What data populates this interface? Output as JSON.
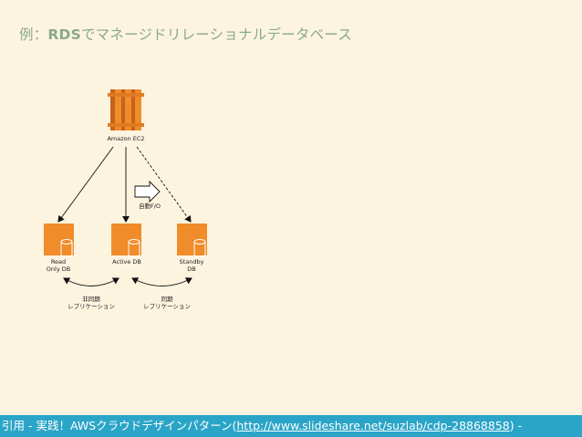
{
  "title": {
    "prefix": "例：",
    "bold": "RDS",
    "rest": "でマネージドリレーショナルデータベース"
  },
  "diagram": {
    "ec2_label": "Amazon EC2",
    "failover_label": "自動F/O",
    "nodes": [
      {
        "label": "Read\nOnly DB"
      },
      {
        "label": "Active DB"
      },
      {
        "label": "Standby\nDB"
      }
    ],
    "replication_async": "非同期\nレプリケーション",
    "replication_sync": "同期\nレプリケーション",
    "colors": {
      "orange": "#f08c2a",
      "orange_dark": "#c7621a",
      "line": "#111111"
    }
  },
  "footer": {
    "prefix": "引用 - 実践！AWSクラウドデザインパターン(",
    "url": "http://www.slideshare.net/suzlab/cdp-28868858",
    "suffix": ") -"
  }
}
